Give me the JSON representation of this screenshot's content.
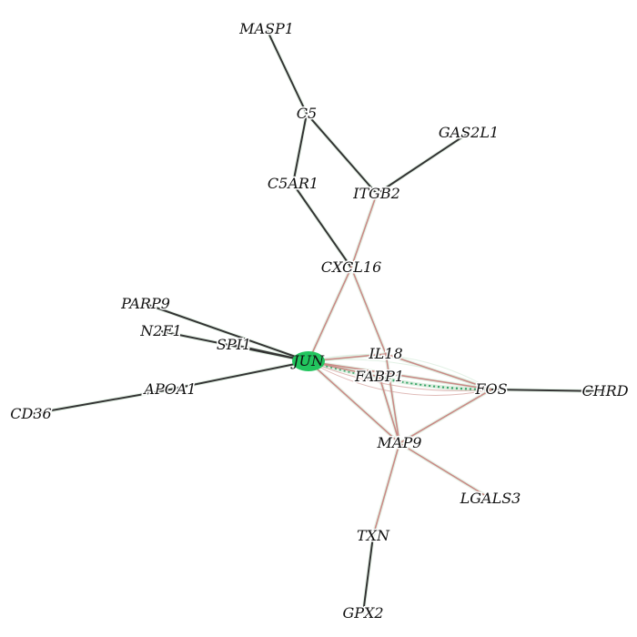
{
  "nodes": [
    {
      "id": "MASP1",
      "label": "MASP1"
    },
    {
      "id": "C5",
      "label": "C5"
    },
    {
      "id": "GAS2L1",
      "label": "GAS2L1"
    },
    {
      "id": "C5AR1",
      "label": "C5AR1"
    },
    {
      "id": "ITGB2",
      "label": "ITGB2"
    },
    {
      "id": "CXCL16",
      "label": "CXCL16"
    },
    {
      "id": "PARP9",
      "label": "PARP9"
    },
    {
      "id": "N2F1",
      "label": "N2F1"
    },
    {
      "id": "SPI1",
      "label": "SPI1"
    },
    {
      "id": "JUN",
      "label": "JUN",
      "highlight": "#22c55e"
    },
    {
      "id": "IL18",
      "label": "IL18"
    },
    {
      "id": "FABP1",
      "label": "FABP1"
    },
    {
      "id": "APOA1",
      "label": "APOA1"
    },
    {
      "id": "FOS",
      "label": "FOS"
    },
    {
      "id": "CHRD",
      "label": "CHRD"
    },
    {
      "id": "CD36",
      "label": "CD36"
    },
    {
      "id": "MAP9",
      "label": "MAP9"
    },
    {
      "id": "LGALS3",
      "label": "LGALS3"
    },
    {
      "id": "TXN",
      "label": "TXN"
    },
    {
      "id": "GPX2",
      "label": "GPX2"
    }
  ],
  "edges": [
    {
      "source": "MASP1",
      "target": "C5",
      "type": "black"
    },
    {
      "source": "C5",
      "target": "C5AR1",
      "type": "black"
    },
    {
      "source": "C5",
      "target": "ITGB2",
      "type": "black"
    },
    {
      "source": "GAS2L1",
      "target": "ITGB2",
      "type": "black"
    },
    {
      "source": "C5AR1",
      "target": "CXCL16",
      "type": "black"
    },
    {
      "source": "ITGB2",
      "target": "CXCL16",
      "type": "red"
    },
    {
      "source": "CXCL16",
      "target": "JUN",
      "type": "red"
    },
    {
      "source": "CXCL16",
      "target": "IL18",
      "type": "red"
    },
    {
      "source": "PARP9",
      "target": "JUN",
      "type": "black"
    },
    {
      "source": "N2F1",
      "target": "JUN",
      "type": "black"
    },
    {
      "source": "SPI1",
      "target": "JUN",
      "type": "black"
    },
    {
      "source": "APOA1",
      "target": "JUN",
      "type": "black"
    },
    {
      "source": "CD36",
      "target": "APOA1",
      "type": "black"
    },
    {
      "source": "JUN",
      "target": "IL18",
      "type": "red"
    },
    {
      "source": "JUN",
      "target": "FABP1",
      "type": "red"
    },
    {
      "source": "JUN",
      "target": "FOS",
      "type": "red"
    },
    {
      "source": "JUN",
      "target": "FOS",
      "type": "green-dotted"
    },
    {
      "source": "JUN",
      "target": "MAP9",
      "type": "red"
    },
    {
      "source": "IL18",
      "target": "FOS",
      "type": "red"
    },
    {
      "source": "IL18",
      "target": "MAP9",
      "type": "red"
    },
    {
      "source": "FABP1",
      "target": "FOS",
      "type": "green-dotted"
    },
    {
      "source": "FABP1",
      "target": "MAP9",
      "type": "red"
    },
    {
      "source": "FOS",
      "target": "CHRD",
      "type": "black"
    },
    {
      "source": "FOS",
      "target": "MAP9",
      "type": "red"
    },
    {
      "source": "MAP9",
      "target": "LGALS3",
      "type": "red"
    },
    {
      "source": "MAP9",
      "target": "TXN",
      "type": "red"
    },
    {
      "source": "TXN",
      "target": "GPX2",
      "type": "black"
    }
  ],
  "edge_colors": {
    "black": "#333333",
    "red": "#c98a86",
    "green-dotted": "#3aa56a",
    "halo": "#cfe8d4"
  }
}
